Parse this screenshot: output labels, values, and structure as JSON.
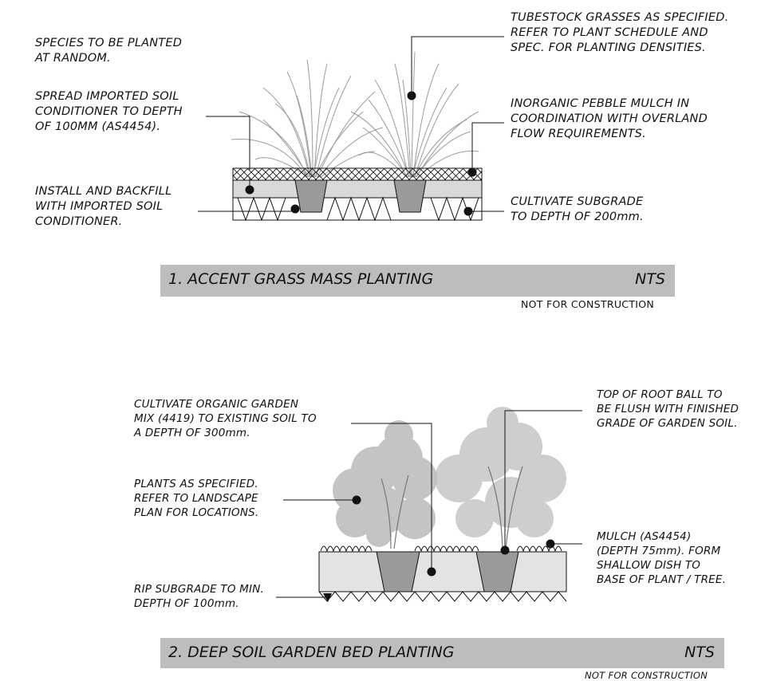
{
  "detail1": {
    "notes": {
      "species": "SPECIES TO BE PLANTED\nAT RANDOM.",
      "spread": "SPREAD IMPORTED SOIL\nCONDITIONER TO DEPTH\nOF 100MM (AS4454).",
      "install": "INSTALL AND BACKFILL\nWITH IMPORTED SOIL\nCONDITIONER.",
      "tubestock": "TUBESTOCK GRASSES AS SPECIFIED.\nREFER TO PLANT SCHEDULE AND\nSPEC. FOR PLANTING DENSITIES.",
      "pebble": "INORGANIC PEBBLE MULCH IN\nCOORDINATION WITH OVERLAND\nFLOW REQUIREMENTS.",
      "cultivate": "CULTIVATE SUBGRADE\nTO DEPTH OF 200mm."
    },
    "title": "1. ACCENT GRASS MASS PLANTING",
    "scale": "NTS",
    "stamp": "NOT FOR CONSTRUCTION"
  },
  "detail2": {
    "notes": {
      "cultivate": "CULTIVATE ORGANIC GARDEN\nMIX (4419) TO EXISTING SOIL TO\nA DEPTH OF 300mm.",
      "plants": "PLANTS AS SPECIFIED.\nREFER TO LANDSCAPE\nPLAN FOR LOCATIONS.",
      "rip": "RIP SUBGRADE TO MIN.\nDEPTH OF 100mm.",
      "rootball": "TOP OF ROOT BALL TO\nBE FLUSH WITH FINISHED\nGRADE OF GARDEN SOIL.",
      "mulch": "MULCH (AS4454)\n(DEPTH 75mm).  FORM\nSHALLOW DISH TO\nBASE OF PLANT / TREE."
    },
    "title": "2. DEEP SOIL GARDEN BED PLANTING",
    "scale": "NTS",
    "stamp": "NOT FOR CONSTRUCTION"
  }
}
